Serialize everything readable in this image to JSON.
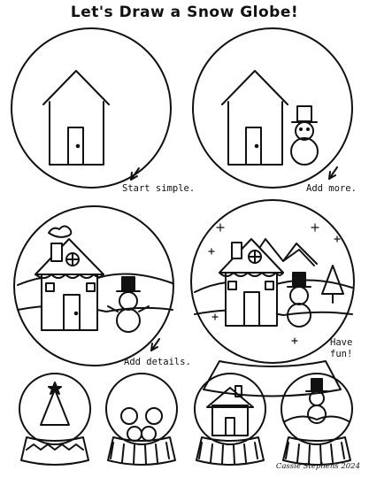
{
  "page": {
    "title": "Let's Draw a Snow Globe!",
    "signature": "Cassie Stephens 2024"
  },
  "steps": [
    {
      "caption": "Start simple."
    },
    {
      "caption": "Add more."
    },
    {
      "caption": "Add details."
    },
    {
      "caption": "Have\nfun!"
    }
  ]
}
